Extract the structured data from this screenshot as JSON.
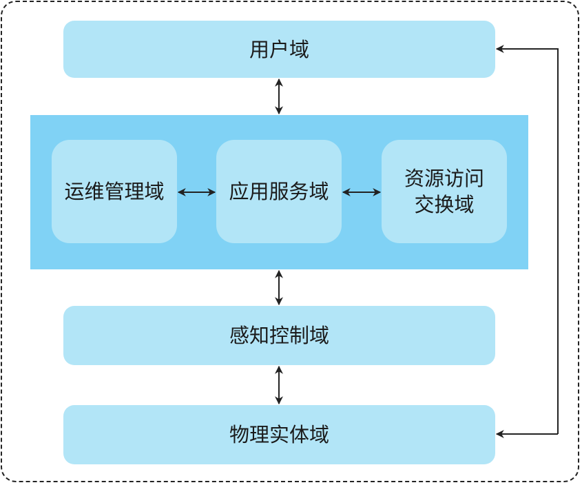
{
  "diagram": {
    "nodes": {
      "user_domain": "用户域",
      "ops_mgmt_domain": "运维管理域",
      "app_service_domain": "应用服务域",
      "resource_exchange_domain_line1": "资源访问",
      "resource_exchange_domain_line2": "交换域",
      "sensing_control_domain": "感知控制域",
      "physical_entity_domain": "物理实体域"
    },
    "edges": [
      {
        "from": "用户域",
        "to": "应用服务域",
        "type": "bidirectional"
      },
      {
        "from": "运维管理域",
        "to": "应用服务域",
        "type": "bidirectional"
      },
      {
        "from": "应用服务域",
        "to": "资源访问交换域",
        "type": "bidirectional"
      },
      {
        "from": "应用服务域",
        "to": "感知控制域",
        "type": "bidirectional"
      },
      {
        "from": "感知控制域",
        "to": "物理实体域",
        "type": "bidirectional"
      },
      {
        "from": "物理实体域",
        "to": "用户域",
        "type": "feedback-loop"
      }
    ],
    "colors": {
      "light_box": "#b2e5f7",
      "middle_band": "#80d2f5",
      "arrow": "#222222",
      "frame": "#222222"
    }
  }
}
